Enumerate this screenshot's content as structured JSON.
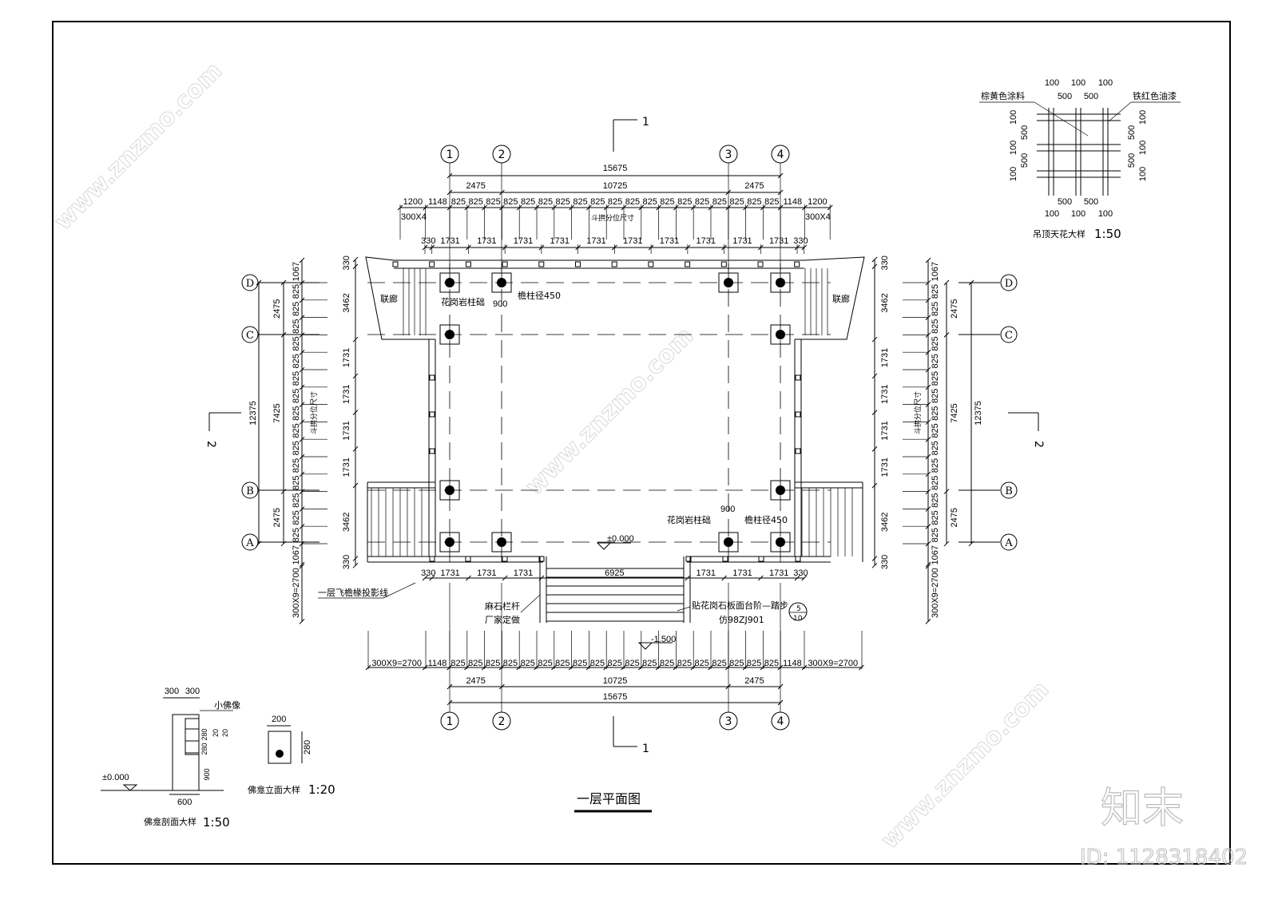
{
  "drawing": {
    "title": "一层平面图",
    "section_1": "1",
    "section_2": "2"
  },
  "axes": {
    "columns": [
      "1",
      "2",
      "3",
      "4"
    ],
    "rows": [
      "A",
      "B",
      "C",
      "D"
    ]
  },
  "dims": {
    "top_total": "15675",
    "top_mid": [
      "2475",
      "10725",
      "2475"
    ],
    "top_row": [
      "1200",
      "1148",
      "825",
      "825",
      "825",
      "825",
      "825",
      "825",
      "825",
      "825",
      "825",
      "825",
      "825",
      "825",
      "825",
      "825",
      "825",
      "825",
      "825",
      "825",
      "825",
      "1148",
      "1200"
    ],
    "top_row_note": "斗拱分位尺寸",
    "top_side_note": "300X4",
    "top_bracket": [
      "330",
      "1731",
      "1731",
      "1731",
      "1731",
      "1731",
      "1731",
      "1731",
      "1731",
      "1731",
      "1731",
      "330"
    ],
    "bottom_bracket": [
      "330",
      "1731",
      "1731",
      "1731",
      "6925",
      "1731",
      "1731",
      "1731",
      "330"
    ],
    "bottom_row": [
      "300X9=2700",
      "1148",
      "825",
      "825",
      "825",
      "825",
      "825",
      "825",
      "825",
      "825",
      "825",
      "825",
      "825",
      "825",
      "825",
      "825",
      "825",
      "825",
      "825",
      "825",
      "825",
      "1148",
      "300X9=2700"
    ],
    "bottom_mid": [
      "2475",
      "10725",
      "2475"
    ],
    "bottom_total": "15675",
    "side_row": [
      "1067",
      "825",
      "825",
      "825",
      "825",
      "825",
      "825",
      "825",
      "825",
      "825",
      "825",
      "825",
      "825",
      "825",
      "825",
      "825",
      "1067"
    ],
    "side_row_note": "斗拱分位尺寸",
    "side_mid": [
      "2475",
      "7425",
      "2475"
    ],
    "side_total": "12375",
    "side_inner": [
      "330",
      "3462",
      "1731",
      "1731",
      "1731",
      "1731",
      "3462",
      "330"
    ],
    "side_bottom": "300X9=2700"
  },
  "annotations": {
    "granite_base": "花岗岩柱础",
    "column_dia": "檐柱径450",
    "base_size": "900",
    "corridor": "联廊",
    "level_main": "±0.000",
    "level_lower": "-1.500",
    "eave_line": "一层飞檐椽投影线",
    "railing_1": "麻石栏杆",
    "railing_2": "厂家定做",
    "steps": "贴花岗石板面台阶—踏步",
    "steps_ref": "仿98ZJ901",
    "detail_num": "5",
    "detail_sheet": "10"
  },
  "ceiling_detail": {
    "label_left": "棕黄色涂料",
    "label_right": "铁红色油漆",
    "dim_100": "100",
    "dim_500": "500",
    "title": "吊顶天花大样",
    "scale": "1:50"
  },
  "niche_section": {
    "dims_top": [
      "300",
      "300"
    ],
    "statue": "小佛像",
    "dims_side": [
      "280",
      "280",
      "20",
      "20",
      "900"
    ],
    "width": "600",
    "level": "±0.000",
    "title": "佛龛剖面大样",
    "scale": "1:50"
  },
  "niche_elevation": {
    "width": "200",
    "height": "280",
    "title": "佛龛立面大样",
    "scale": "1:20"
  },
  "watermark": {
    "site": "www.znzmo.com",
    "brand": "知末",
    "id": "ID: 1128318402"
  }
}
